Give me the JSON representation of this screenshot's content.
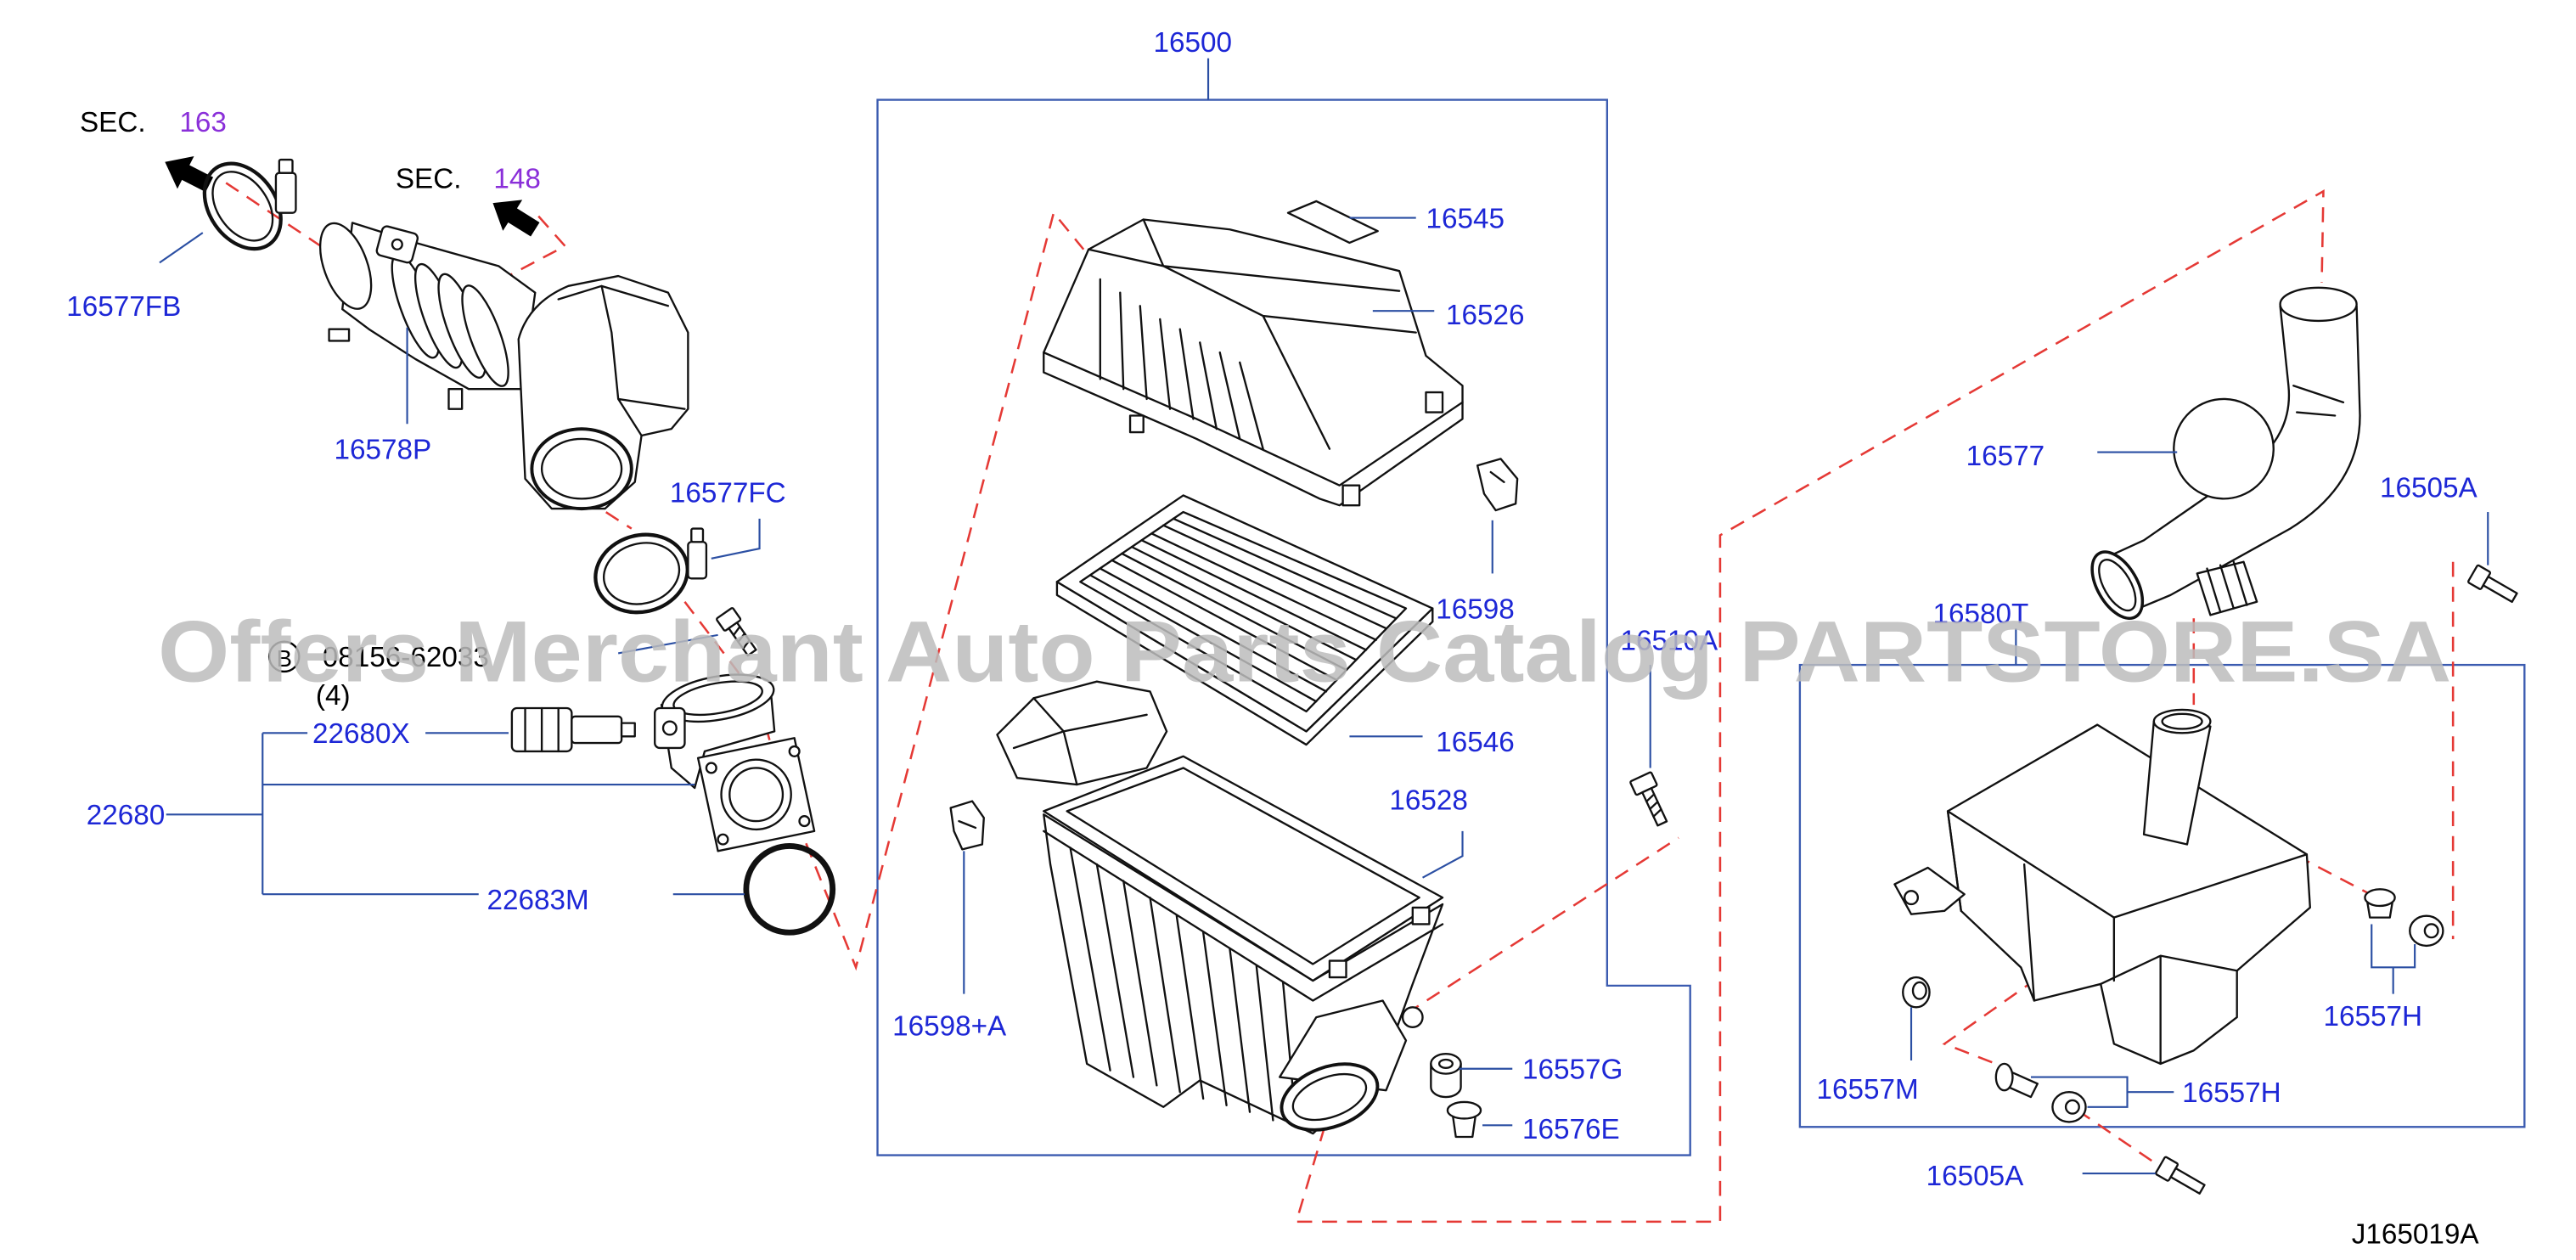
{
  "drawing": {
    "code": "J165019A",
    "watermark": "Offers Merchant Auto Parts Catalog PARTSTORE.SA"
  },
  "section_refs": {
    "sec163": {
      "prefix": "SEC.",
      "number": "163",
      "icon": "arrow-icon"
    },
    "sec148": {
      "prefix": "SEC.",
      "number": "148",
      "icon": "arrow-icon"
    }
  },
  "callouts": {
    "c16500": "16500",
    "c16577FB": "16577FB",
    "c16578P": "16578P",
    "c16577FC": "16577FC",
    "c22680X": "22680X",
    "c22680": "22680",
    "c22683M": "22683M",
    "c16545": "16545",
    "c16526": "16526",
    "c16598": "16598",
    "c16546": "16546",
    "c16528": "16528",
    "c16598A": "16598+A",
    "c16557G": "16557G",
    "c16576E": "16576E",
    "c16510A": "16510A",
    "c16580T": "16580T",
    "c16577": "16577",
    "c16505A_top": "16505A",
    "c16557H_right": "16557H",
    "c16557M": "16557M",
    "c16557H_bottom": "16557H",
    "c16505A_bottom": "16505A"
  },
  "bolt_callout": {
    "marker": "B",
    "part_number": "08156-62033",
    "quantity": "(4)"
  },
  "colors": {
    "callout": "#1d27d6",
    "section_number": "#8a2fd9",
    "leader": "#2b4fa3",
    "box": "#3b5bb0",
    "dashed": "#e53935",
    "watermark": "#bdbdbd"
  }
}
